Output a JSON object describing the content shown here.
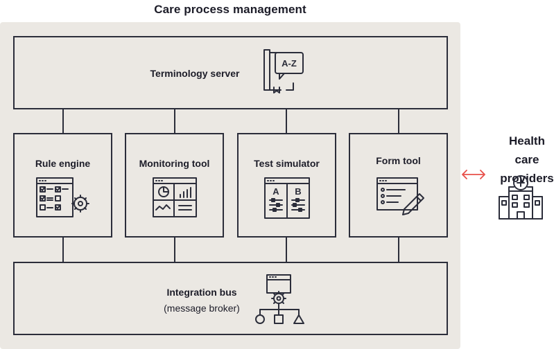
{
  "title": "Care process management",
  "terminology_server": {
    "label": "Terminology server",
    "icon_text": "A-Z"
  },
  "tools": [
    {
      "label": "Rule engine"
    },
    {
      "label": "Monitoring tool"
    },
    {
      "label": "Test simulator",
      "icon_text_a": "A",
      "icon_text_b": "B"
    },
    {
      "label": "Form tool"
    }
  ],
  "integration_bus": {
    "label": "Integration bus",
    "sublabel": "(message broker)"
  },
  "health_care": {
    "line1": "Health care",
    "line2": "providers"
  },
  "colors": {
    "panel": "#ebe8e3",
    "stroke": "#2b2d3a",
    "arrow": "#e8504a"
  },
  "icons": [
    "book-az-icon",
    "checklist-gear-icon",
    "dashboard-icon",
    "ab-test-icon",
    "form-pen-icon",
    "hierarchy-gear-icon",
    "hospital-icon",
    "double-arrow-icon"
  ]
}
